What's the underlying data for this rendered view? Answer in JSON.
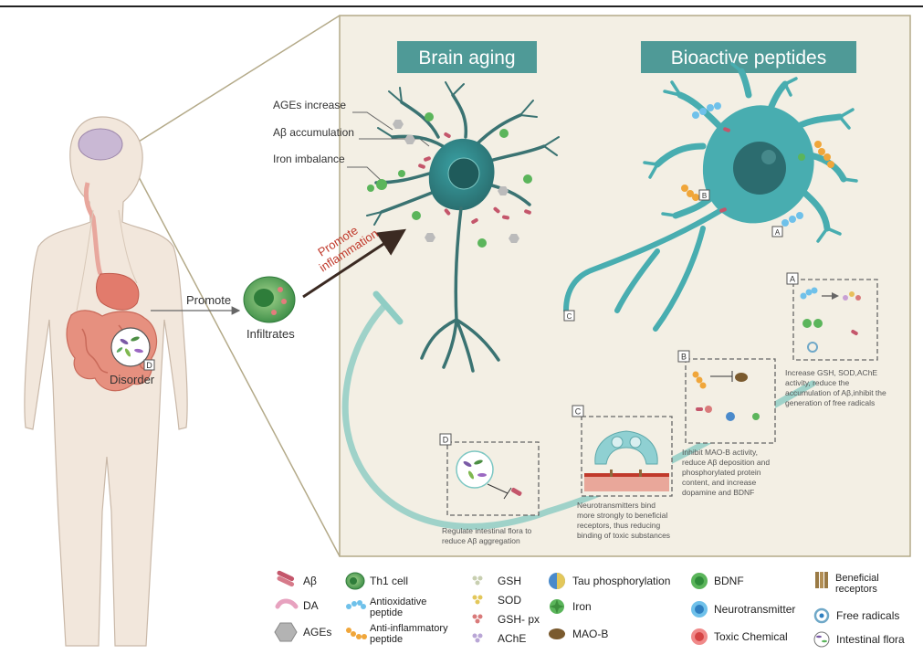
{
  "panel_titles": {
    "brain_aging": "Brain aging",
    "bioactive_peptides": "Bioactive peptides"
  },
  "brain_aging_labels": {
    "ages": "AGEs increase",
    "abeta": "Aβ accumulation",
    "iron": "Iron imbalance"
  },
  "gut": {
    "promote": "Promote",
    "infiltrates": "Infiltrates",
    "disorder": "Disorder",
    "disorder_tag": "D",
    "promote_inflammation_1": "Promote",
    "promote_inflammation_2": "inflammation"
  },
  "neuron_tags": {
    "a": "A",
    "b": "B",
    "c": "C"
  },
  "boxes": {
    "a": {
      "tag": "A",
      "lines": [
        "Increase GSH, SOD,AChE",
        "activity, reduce the",
        "accumulation of Aβ,inhibit the",
        "generation of free radicals"
      ]
    },
    "b": {
      "tag": "B",
      "lines": [
        "Inhibit MAO-B activity,",
        "reduce Aβ deposition and",
        "phosphorylated protein",
        "content, and increase",
        "dopamine and BDNF"
      ]
    },
    "c": {
      "tag": "C",
      "lines": [
        "Neurotransmitters bind",
        "more strongly to beneficial",
        "receptors, thus reducing",
        "binding of toxic substances"
      ]
    },
    "d": {
      "tag": "D",
      "lines": [
        "Regulate intestinal flora to",
        "reduce Aβ aggregation"
      ]
    }
  },
  "legend": [
    {
      "key": "abeta",
      "label": "Aβ"
    },
    {
      "key": "da",
      "label": "DA"
    },
    {
      "key": "ages",
      "label": "AGEs"
    },
    {
      "key": "th1",
      "label": "Th1 cell"
    },
    {
      "key": "antiox",
      "label": "Antioxidative\npeptide"
    },
    {
      "key": "antiinf",
      "label": "Anti-inflammatory\npeptide"
    },
    {
      "key": "gsh",
      "label": "GSH"
    },
    {
      "key": "sod",
      "label": "SOD"
    },
    {
      "key": "gshpx",
      "label": "GSH- px"
    },
    {
      "key": "ache",
      "label": "AChE"
    },
    {
      "key": "tau",
      "label": "Tau phosphorylation"
    },
    {
      "key": "iron",
      "label": "Iron"
    },
    {
      "key": "maob",
      "label": "MAO-B"
    },
    {
      "key": "bdnf",
      "label": "BDNF"
    },
    {
      "key": "neurotransmitter",
      "label": "Neurotransmitter"
    },
    {
      "key": "toxic",
      "label": "Toxic Chemical"
    },
    {
      "key": "receptors",
      "label": "Beneficial\nreceptors"
    },
    {
      "key": "radicals",
      "label": "Free radicals"
    },
    {
      "key": "flora",
      "label": "Intestinal flora"
    }
  ],
  "colors": {
    "panel_bg": "#f3efe4",
    "panel_border": "#b4aa89",
    "title_bg": "#4f9a97",
    "neuron_dark": "#2f6f6e",
    "neuron_light": "#4bb3b5",
    "abeta": "#c4566b",
    "th1": "#3f8f4a",
    "arc": "#8fcdc4"
  }
}
